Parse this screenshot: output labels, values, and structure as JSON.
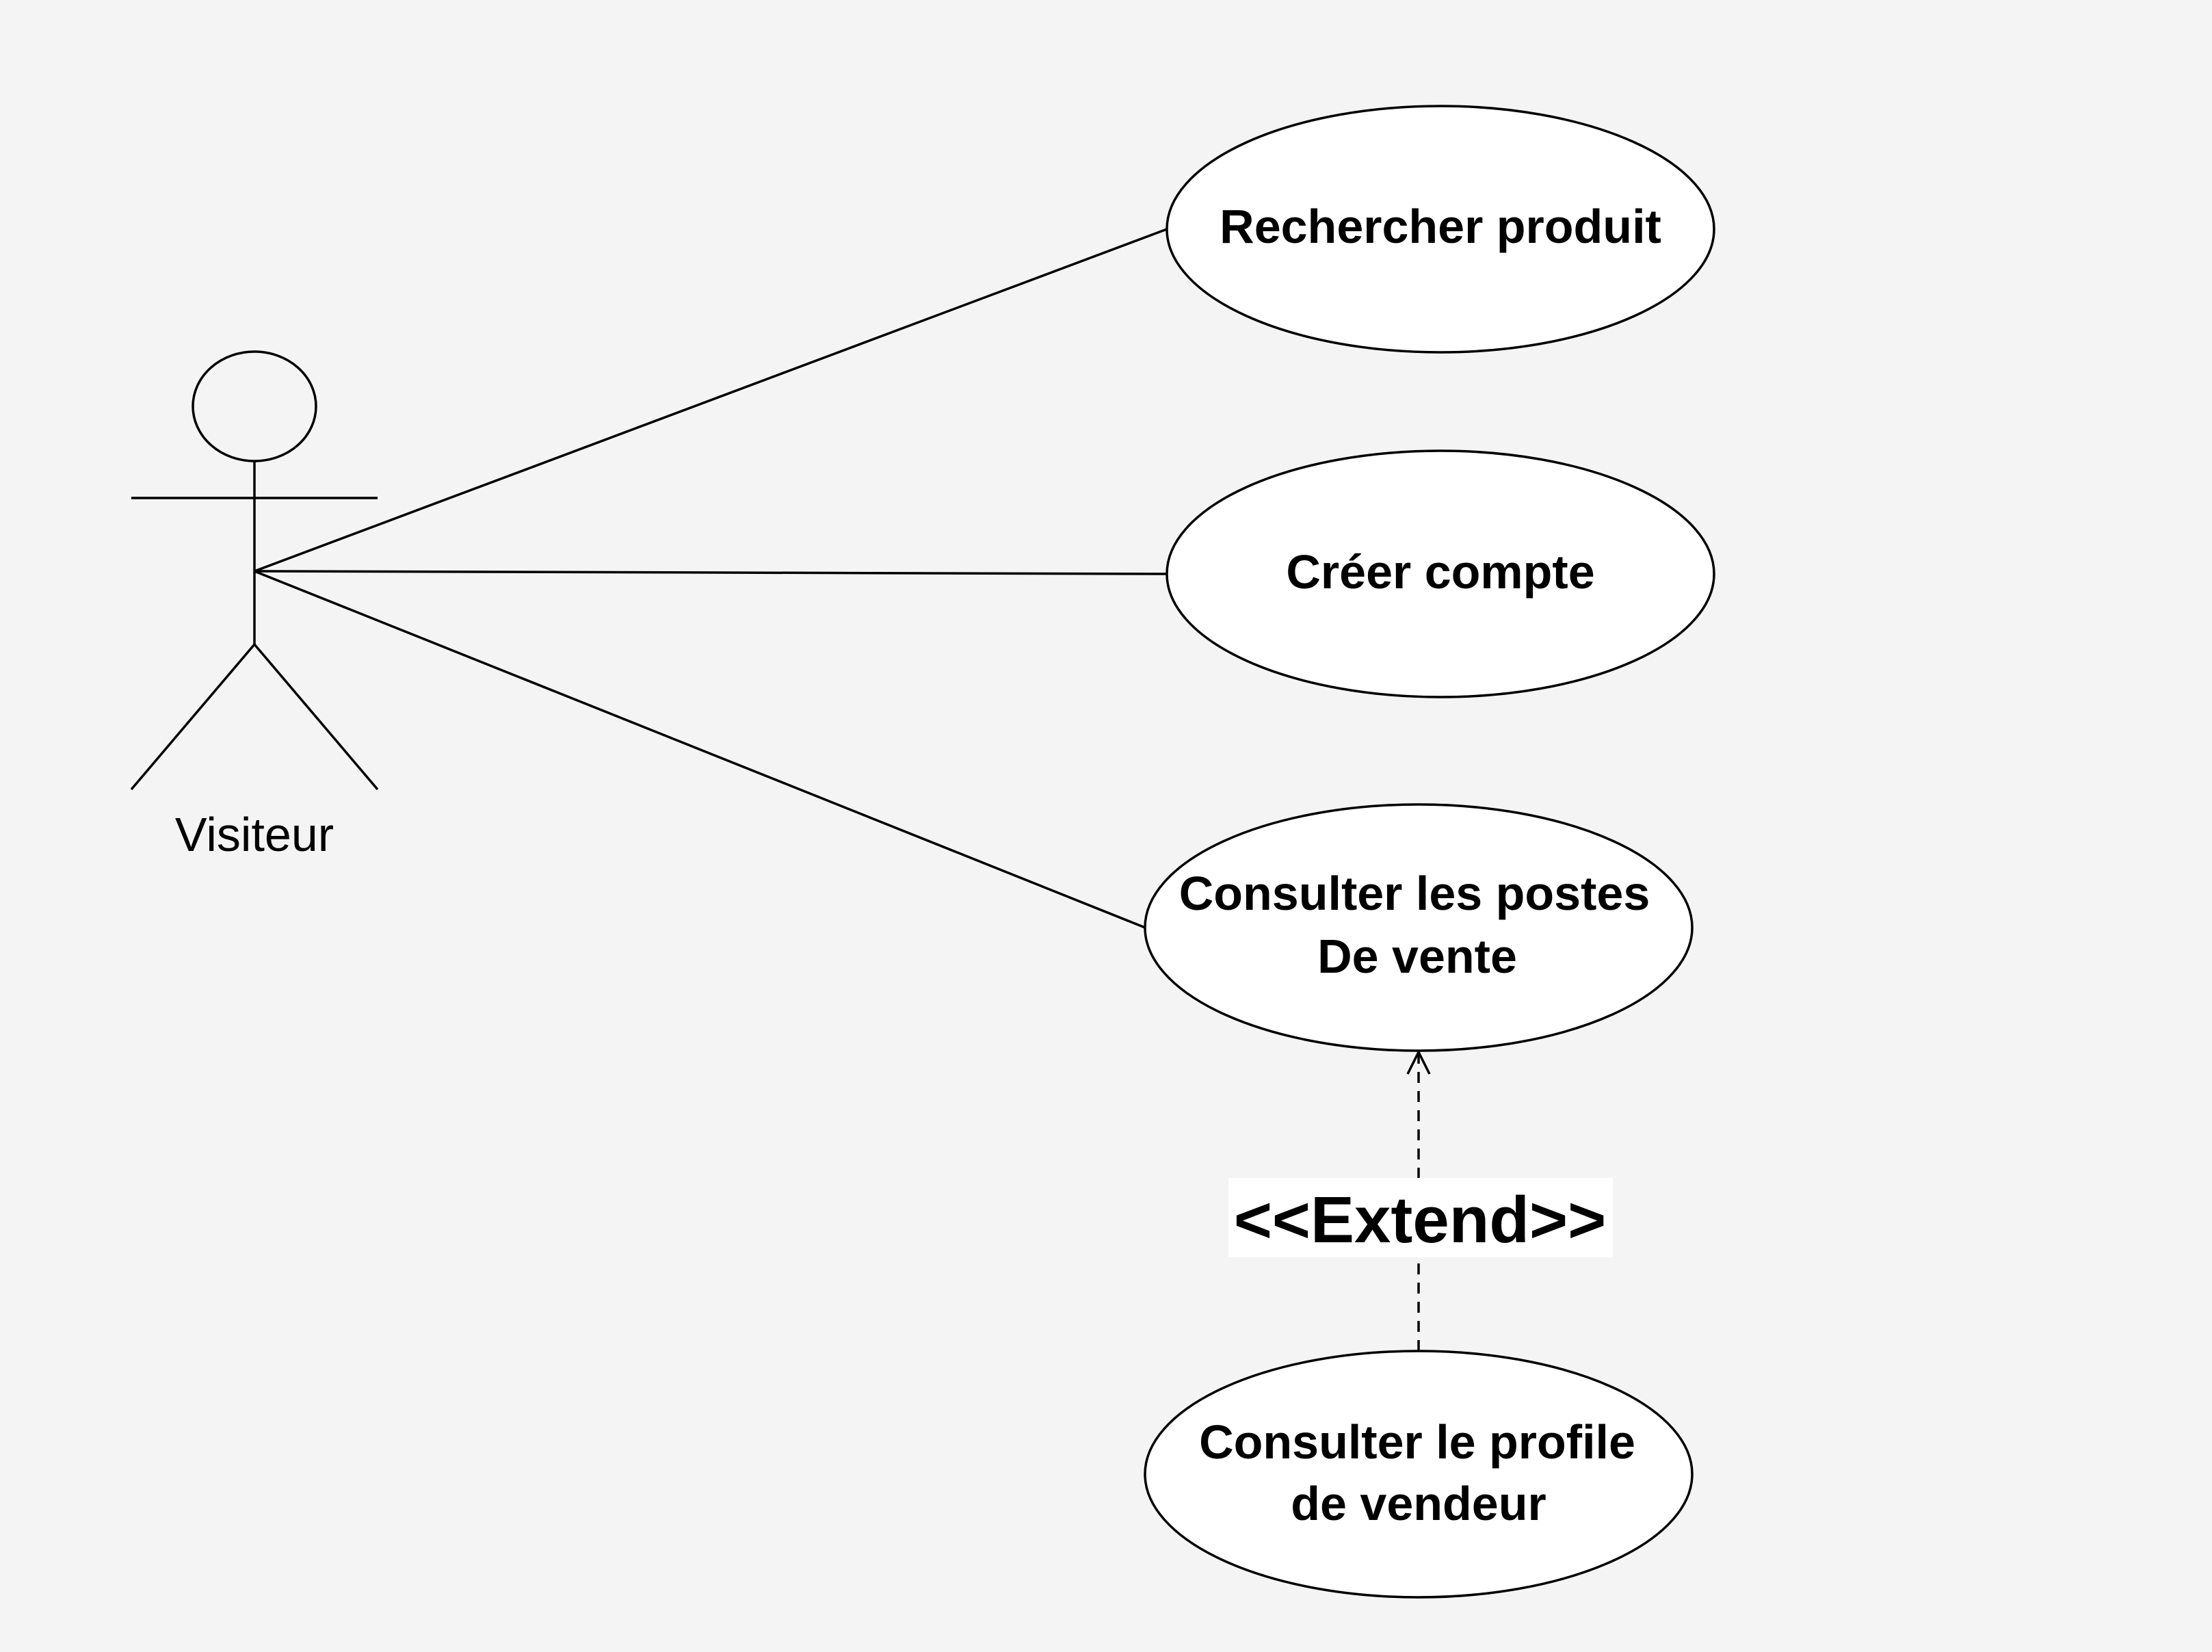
{
  "actor": {
    "name": "Visiteur"
  },
  "use_cases": [
    {
      "id": "rechercher-produit",
      "lines": [
        "Rechercher produit"
      ]
    },
    {
      "id": "creer-compte",
      "lines": [
        "Créer compte"
      ]
    },
    {
      "id": "consulter-postes",
      "lines": [
        "Consulter les postes",
        "De vente"
      ]
    },
    {
      "id": "consulter-profile",
      "lines": [
        "Consulter le profile",
        "de vendeur"
      ]
    }
  ],
  "relations": {
    "extend_label": "<<Extend>>"
  }
}
